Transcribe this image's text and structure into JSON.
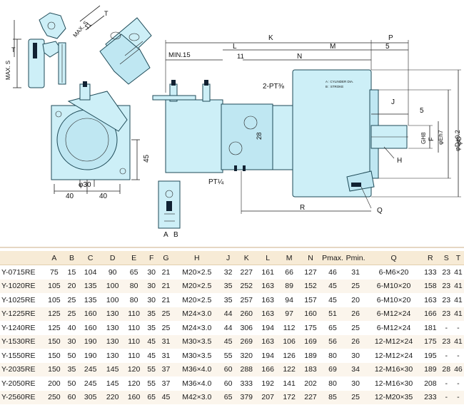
{
  "drawing": {
    "top_view_labels": {
      "t_upper": "T",
      "s_max": "MAX.\nS",
      "dim_11": "11",
      "dim_11b": "11",
      "t_left": "T",
      "max_s_left": "MAX.\nS"
    },
    "front_view_labels": {
      "dim_45": "45",
      "dim_40_left": "40",
      "dim_40_right": "40",
      "dia_30": "φ30",
      "port_a": "A",
      "port_b": "B"
    },
    "side_view_labels": {
      "k": "K",
      "p": "P",
      "min15": "MIN.15",
      "l": "L",
      "m": "M",
      "dim_11": "11",
      "n": "N",
      "dim_5_top": "5",
      "pt38": "2-PT⅜",
      "dim_28": "28",
      "pt14": "PT¼",
      "r": "R",
      "q": "Q",
      "j": "J",
      "dim_5_right": "5",
      "g_h8": "GH8",
      "f": "F",
      "e_h7": "φEh7",
      "d": "φD±0.2",
      "c": "φC",
      "h": "H",
      "nameplate_a": "A : CYLINDER DIA.",
      "nameplate_b": "B : STROKE"
    }
  },
  "table": {
    "headers": [
      "",
      "A",
      "B",
      "C",
      "D",
      "E",
      "F",
      "G",
      "H",
      "J",
      "K",
      "L",
      "M",
      "N",
      "Pmax.",
      "Pmin.",
      "Q",
      "R",
      "S",
      "T"
    ],
    "rows": [
      [
        "Y-0715RE",
        "75",
        "15",
        "104",
        "90",
        "65",
        "30",
        "21",
        "M20×2.5",
        "32",
        "227",
        "161",
        "66",
        "127",
        "46",
        "31",
        "6-M6×20",
        "133",
        "23",
        "41"
      ],
      [
        "Y-1020RE",
        "105",
        "20",
        "135",
        "100",
        "80",
        "30",
        "21",
        "M20×2.5",
        "35",
        "252",
        "163",
        "89",
        "152",
        "45",
        "25",
        "6-M10×20",
        "158",
        "23",
        "41"
      ],
      [
        "Y-1025RE",
        "105",
        "25",
        "135",
        "100",
        "80",
        "30",
        "21",
        "M20×2.5",
        "35",
        "257",
        "163",
        "94",
        "157",
        "45",
        "20",
        "6-M10×20",
        "163",
        "23",
        "41"
      ],
      [
        "Y-1225RE",
        "125",
        "25",
        "160",
        "130",
        "110",
        "35",
        "25",
        "M24×3.0",
        "44",
        "260",
        "163",
        "97",
        "160",
        "51",
        "26",
        "6-M12×24",
        "166",
        "23",
        "41"
      ],
      [
        "Y-1240RE",
        "125",
        "40",
        "160",
        "130",
        "110",
        "35",
        "25",
        "M24×3.0",
        "44",
        "306",
        "194",
        "112",
        "175",
        "65",
        "25",
        "6-M12×24",
        "181",
        "-",
        "-"
      ],
      [
        "Y-1530RE",
        "150",
        "30",
        "190",
        "130",
        "110",
        "45",
        "31",
        "M30×3.5",
        "45",
        "269",
        "163",
        "106",
        "169",
        "56",
        "26",
        "12-M12×24",
        "175",
        "23",
        "41"
      ],
      [
        "Y-1550RE",
        "150",
        "50",
        "190",
        "130",
        "110",
        "45",
        "31",
        "M30×3.5",
        "55",
        "320",
        "194",
        "126",
        "189",
        "80",
        "30",
        "12-M12×24",
        "195",
        "-",
        "-"
      ],
      [
        "Y-2035RE",
        "150",
        "35",
        "245",
        "145",
        "120",
        "55",
        "37",
        "M36×4.0",
        "60",
        "288",
        "166",
        "122",
        "183",
        "69",
        "34",
        "12-M16×30",
        "189",
        "28",
        "46"
      ],
      [
        "Y-2050RE",
        "200",
        "50",
        "245",
        "145",
        "120",
        "55",
        "37",
        "M36×4.0",
        "60",
        "333",
        "192",
        "141",
        "202",
        "80",
        "30",
        "12-M16×30",
        "208",
        "-",
        "-"
      ],
      [
        "Y-2560RE",
        "250",
        "60",
        "305",
        "220",
        "160",
        "65",
        "45",
        "M42×3.0",
        "65",
        "379",
        "207",
        "172",
        "227",
        "85",
        "25",
        "12-M20×35",
        "233",
        "-",
        "-"
      ]
    ]
  }
}
